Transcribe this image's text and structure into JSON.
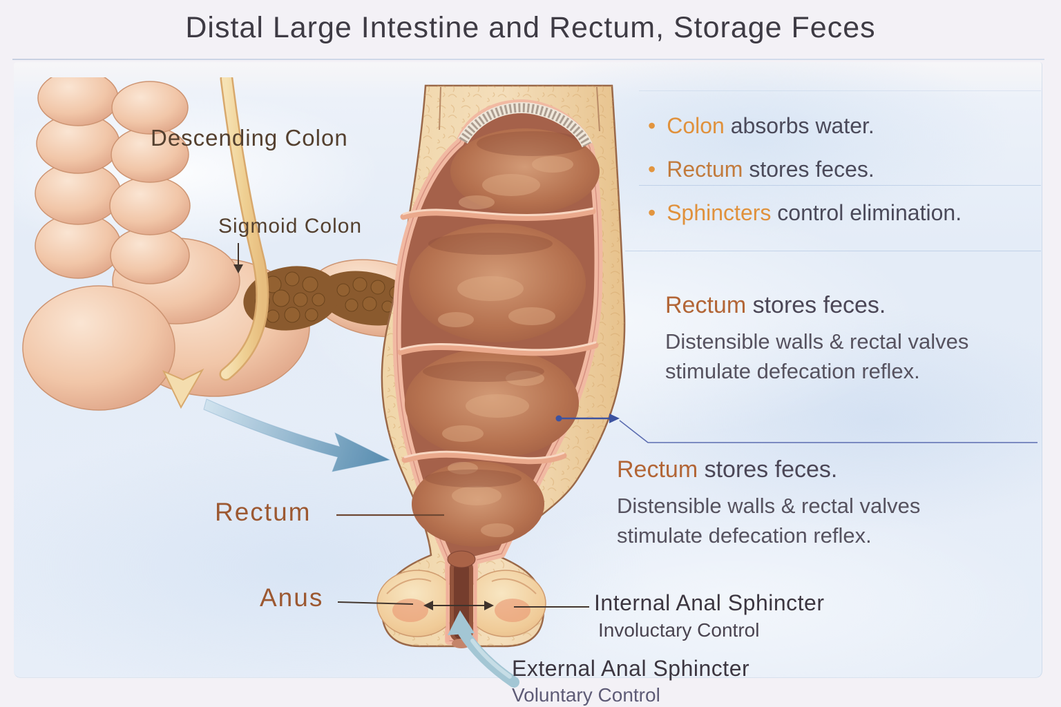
{
  "title": "Distal Large Intestine and Rectum, Storage Feces",
  "anatomy": {
    "descending_colon": "Descending Colon",
    "sigmoid_colon": "Sigmoid Colon",
    "rectum": "Rectum",
    "anus": "Anus"
  },
  "bullets": [
    {
      "keyword": "Colon",
      "rest": " absorbs water."
    },
    {
      "keyword": "Rectum",
      "rest": " stores feces."
    },
    {
      "keyword": "Sphincters",
      "rest": " control elimination."
    }
  ],
  "note_blocks": [
    {
      "keyword": "Rectum",
      "heading_rest": " stores feces.",
      "line1": "Distensible walls & rectal valves",
      "line2": "stimulate defecation reflex."
    },
    {
      "keyword": "Rectum",
      "heading_rest": " stores feces.",
      "line1": "Distensible walls & rectal valves",
      "line2": "stimulate defecation reflex."
    }
  ],
  "sphincters": {
    "internal_title": "Internal Anal Sphincter",
    "internal_sub": "Involuctary Control",
    "external_title": "External Anal Sphincter",
    "external_sub": "Voluntary Control"
  },
  "icons": {
    "bullet_glyph": "•"
  },
  "colors": {
    "accent_orange": "#e0913c",
    "keyword_rust": "#b26536",
    "label_rust": "#9c5831",
    "label_brown": "#54402f",
    "body_text": "#4b4a5a",
    "leader_blue": "#3c52a0",
    "arrow_blue": "#4e86ab",
    "panel_blue": "#e4ecf7"
  }
}
